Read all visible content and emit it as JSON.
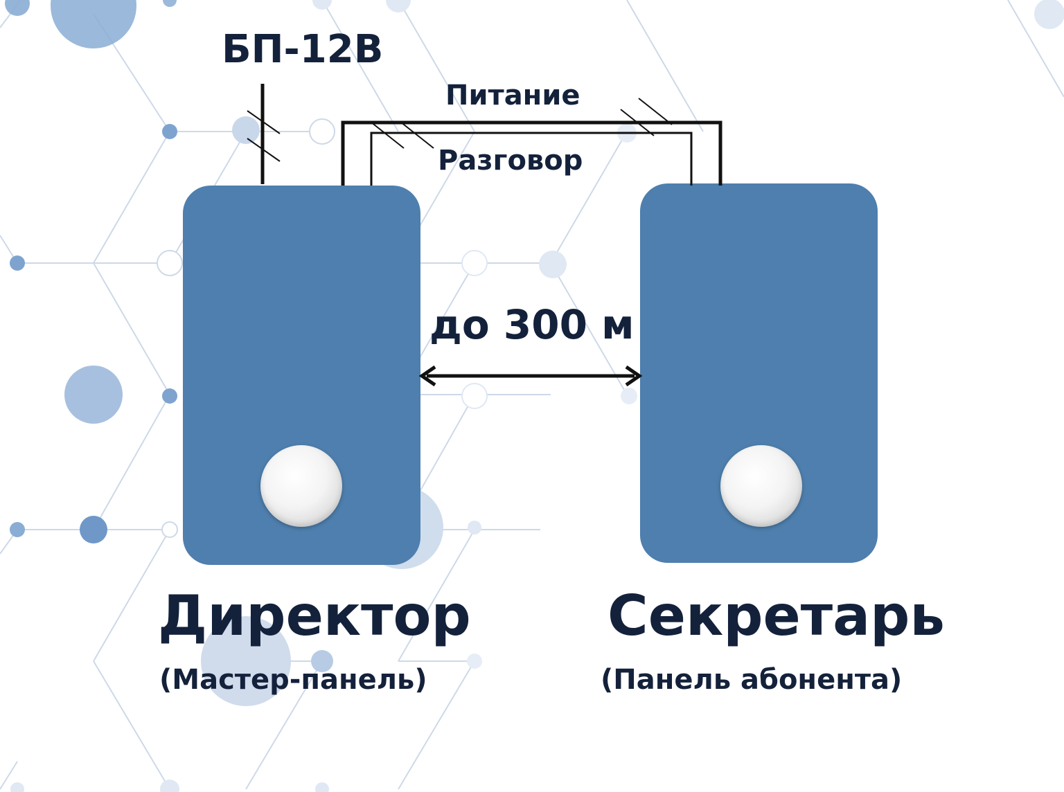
{
  "power_supply": {
    "label": "БП-12В"
  },
  "wires": {
    "power_label": "Питание",
    "talk_label": "Разговор"
  },
  "distance": {
    "label": "до 300 м"
  },
  "master": {
    "title": "Директор",
    "subtitle": "(Мастер-панель)"
  },
  "subscriber": {
    "title": "Секретарь",
    "subtitle": "(Панель абонента)"
  },
  "colors": {
    "panel": "#4e7fae",
    "text": "#14213b",
    "wire": "#111111",
    "network_line": "#c7d6e8",
    "network_node": "#8fb0d6"
  }
}
